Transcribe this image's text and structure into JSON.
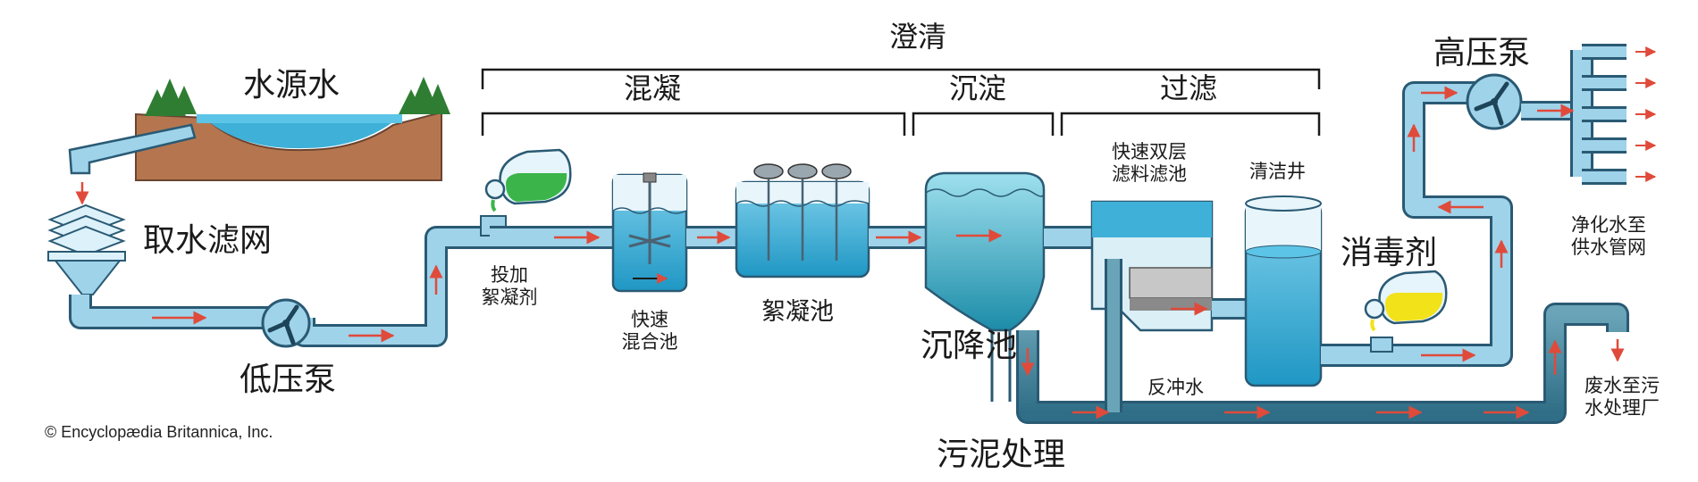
{
  "labels": {
    "clarification": "澄清",
    "coagulation": "混凝",
    "sedimentation": "沉淀",
    "filtration": "过滤",
    "source_water": "水源水",
    "intake_screen": "取水滤网",
    "low_lift_pump": "低压泵",
    "add_coagulant": "投加\n絮凝剂",
    "rapid_mix": "快速\n混合池",
    "flocculation": "絮凝池",
    "settling_basin": "沉降池",
    "dual_media_filter": "快速双层\n滤料滤池",
    "clearwell": "清洁井",
    "disinfectant": "消毒剂",
    "high_lift_pump": "高压泵",
    "to_distribution": "净化水至\n供水管网",
    "backwash": "反冲水",
    "to_sewage": "废水至污\n水处理厂",
    "sludge": "污泥处理"
  },
  "copyright": "© Encyclopædia Britannica, Inc.",
  "colors": {
    "pipe_fill": "#9fd3ea",
    "pipe_stroke": "#2a5a74",
    "water": "#3fb0d8",
    "flow_arrow": "#e04a3a",
    "soil": "#b5764f",
    "tree": "#2e7d32",
    "coagulant": "#3bb54a",
    "disinfectant": "#f2e21a"
  }
}
